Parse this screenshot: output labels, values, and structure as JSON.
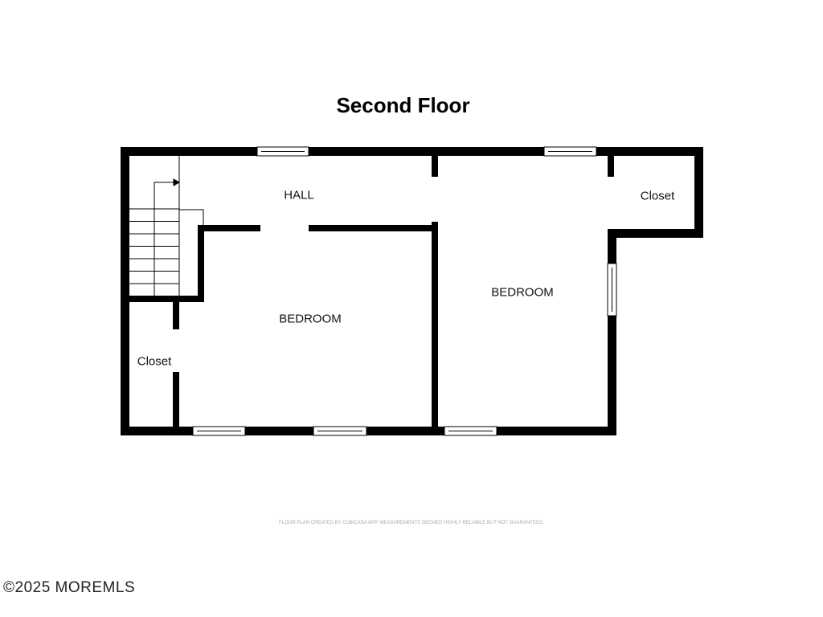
{
  "title": "Second Floor",
  "rooms": {
    "hall": "HALL",
    "bedroom_left": "BEDROOM",
    "bedroom_right": "BEDROOM",
    "closet_left": "Closet",
    "closet_right": "Closet"
  },
  "disclaimer": "FLOOR PLAN CREATED BY CUBICASA APP. MEASUREMENTS DEEMED HIGHLY RELIABLE BUT NOT GUARANTEED.",
  "watermark": "©2025 MOREMLS"
}
